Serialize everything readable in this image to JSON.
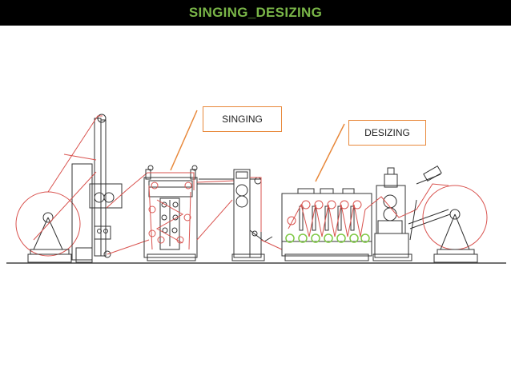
{
  "title": "SINGING_DESIZING",
  "labels": {
    "singing": "SINGING",
    "desizing": "DESIZING"
  },
  "colors": {
    "title_bg": "#000000",
    "title_text": "#7ab648",
    "callout_border": "#e8883a",
    "fabric_path": "#d9534f",
    "machine_line": "#333333",
    "washing_rollers": "#7ec843"
  }
}
